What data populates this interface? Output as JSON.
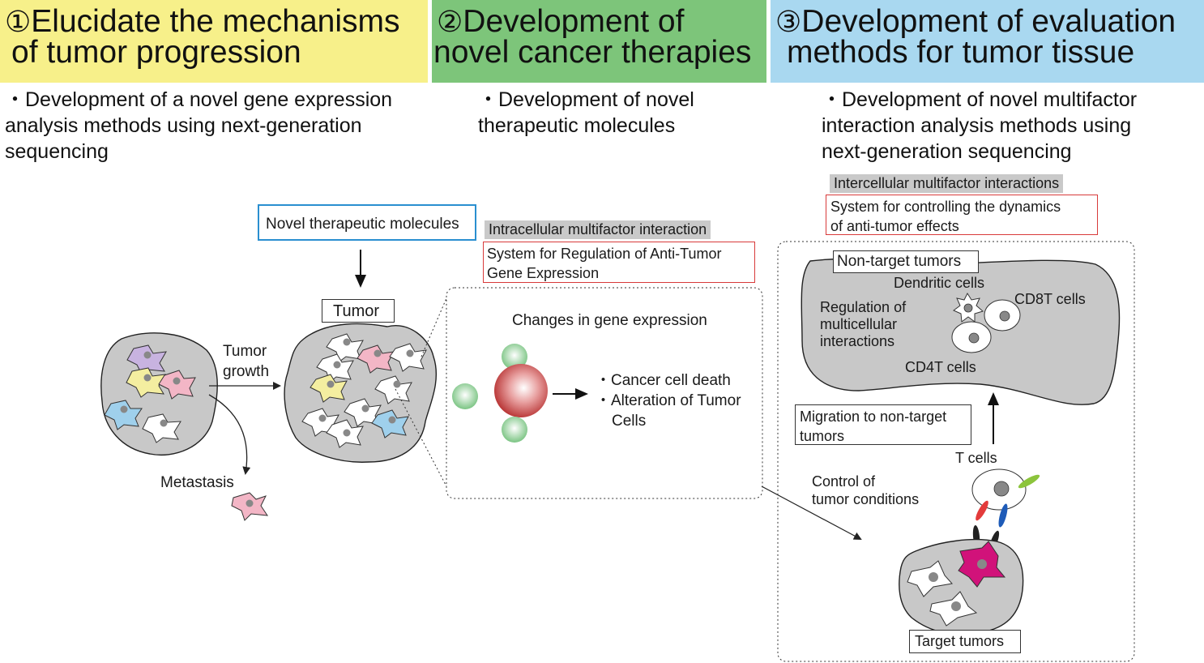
{
  "columns": [
    {
      "number": "①",
      "title_lines": [
        "Elucidate the mechanisms",
        "of tumor progression"
      ],
      "bullet_lines": [
        "・Development of a novel gene expression",
        "analysis methods using next-generation",
        "sequencing"
      ]
    },
    {
      "number": "②",
      "title_lines": [
        "Development of",
        "novel cancer therapies"
      ],
      "bullet_lines": [
        "・Development of novel",
        "therapeutic molecules"
      ]
    },
    {
      "number": "③",
      "title_lines": [
        "Development of evaluation",
        "methods for tumor tissue"
      ],
      "bullet_lines": [
        "・Development of novel multifactor",
        "interaction analysis methods using",
        "next-generation sequencing"
      ]
    }
  ],
  "left_panel": {
    "tumor_growth_lines": [
      "Tumor",
      "growth"
    ],
    "metastasis": "Metastasis",
    "tumor": "Tumor",
    "novel_molecules": "Novel therapeutic molecules"
  },
  "middle_panel": {
    "intracellular_header": "Intracellular multifactor interaction",
    "system_lines": [
      "System for Regulation of Anti-Tumor",
      "Gene Expression"
    ],
    "changes": "Changes in gene expression",
    "outcome_lines": [
      "・Cancer cell death",
      "・Alteration of Tumor",
      "Cells"
    ]
  },
  "right_panel": {
    "intercellular_header": "Intercellular multifactor interactions",
    "system_lines": [
      "System for controlling the dynamics",
      "of anti-tumor effects"
    ],
    "non_target": "Non-target tumors",
    "dendritic": "Dendritic cells",
    "cd8t": "CD8T cells",
    "cd4t": "CD4T cells",
    "regulation_lines": [
      "Regulation of",
      "multicellular",
      "interactions"
    ],
    "migration_lines": [
      "Migration to non-target",
      "tumors"
    ],
    "t_cells": "T cells",
    "control_lines": [
      "Control of",
      "tumor conditions"
    ],
    "target": "Target tumors"
  },
  "colors": {
    "header_yellow": "#f7f08a",
    "header_green": "#7dc57a",
    "header_blue": "#a9d8f0",
    "tumor_gray": "#c8c8c8",
    "red_box": "#d83a3a",
    "blue_box": "#2a8fd0",
    "magenta_cell": "#d1127a"
  }
}
